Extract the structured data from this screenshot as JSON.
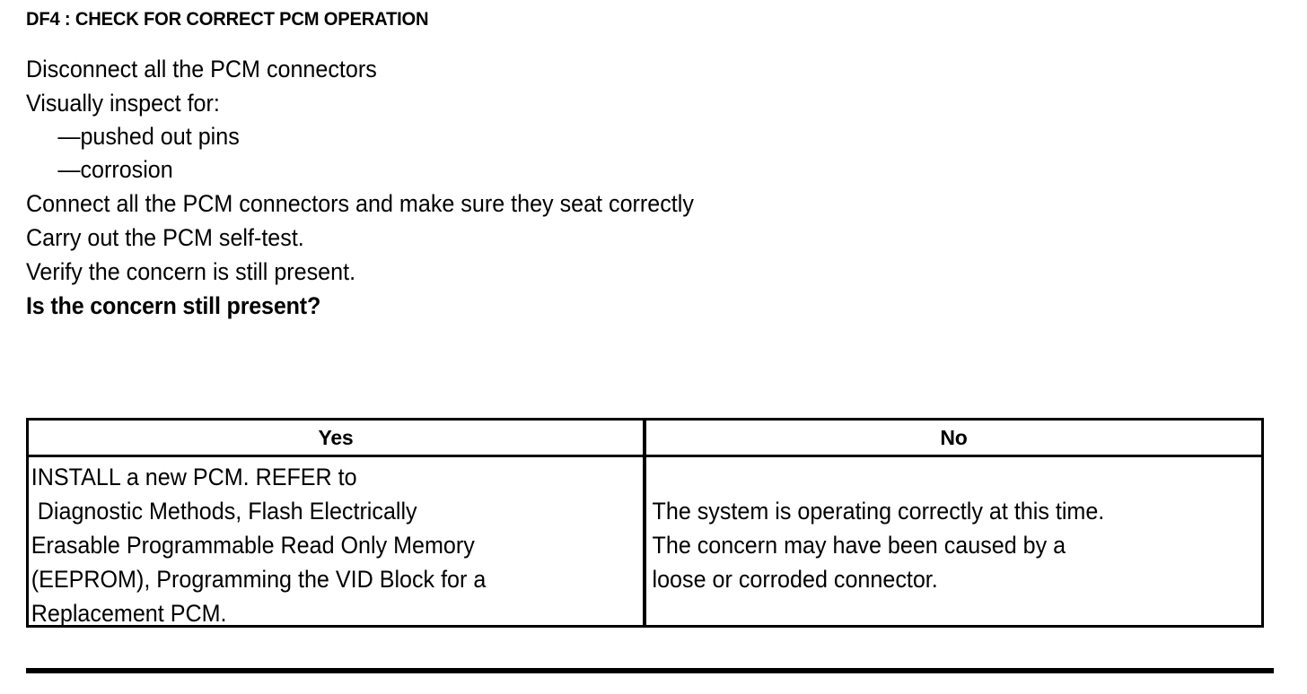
{
  "document": {
    "step_title": "DF4 : CHECK FOR CORRECT PCM OPERATION",
    "instructions": [
      {
        "text": "Disconnect all the PCM connectors",
        "style": "normal"
      },
      {
        "text": "Visually inspect for:",
        "style": "normal"
      },
      {
        "text": "—pushed out pins",
        "style": "sub"
      },
      {
        "text": "—corrosion",
        "style": "sub"
      },
      {
        "text": "Connect all the PCM connectors and make sure they seat correctly",
        "style": "normal"
      },
      {
        "text": "Carry out the PCM self-test.",
        "style": "normal"
      },
      {
        "text": "Verify the concern is still present.",
        "style": "normal"
      },
      {
        "text": "Is the concern still present?",
        "style": "bold"
      }
    ],
    "answer_table": {
      "headers": [
        "Yes",
        "No"
      ],
      "cells": [
        "INSTALL a new PCM. REFER to\n Diagnostic Methods, Flash Electrically\nErasable Programmable Read Only Memory\n(EEPROM), Programming the VID Block for a\nReplacement PCM.",
        "The system is operating correctly at this time.\nThe concern may have been caused by a\nloose or corroded connector."
      ]
    }
  },
  "colors": {
    "ink": "#000000",
    "paper": "#ffffff"
  }
}
